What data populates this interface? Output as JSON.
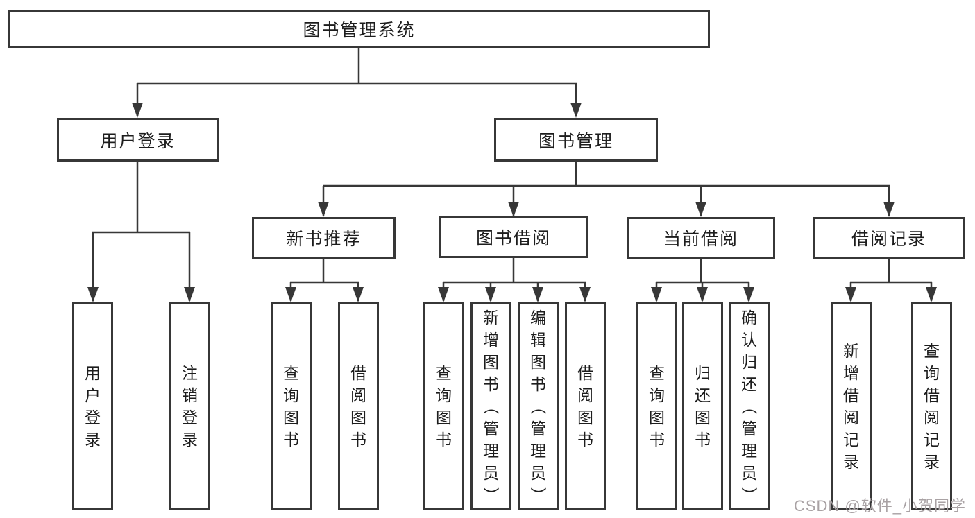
{
  "diagram": {
    "root": "图书管理系统",
    "level2": [
      "用户登录",
      "图书管理"
    ],
    "level3": [
      "新书推荐",
      "图书借阅",
      "当前借阅",
      "借阅记录"
    ],
    "leaves": {
      "user": [
        "用户登录",
        "注销登录"
      ],
      "newbook": [
        "查询图书",
        "借阅图书"
      ],
      "borrow": [
        "查询图书",
        "新增图书（管理员）",
        "编辑图书（管理员）",
        "借阅图书"
      ],
      "current": [
        "查询图书",
        "归还图书",
        "确认归还（管理员）"
      ],
      "records": [
        "新增借阅记录",
        "查询借阅记录"
      ]
    }
  },
  "watermark": "CSDN @软件_小贺同学",
  "colors": {
    "line": "#373737",
    "text": "#1d1d1d",
    "background": "#ffffff",
    "watermark": "#a9a2a4"
  }
}
